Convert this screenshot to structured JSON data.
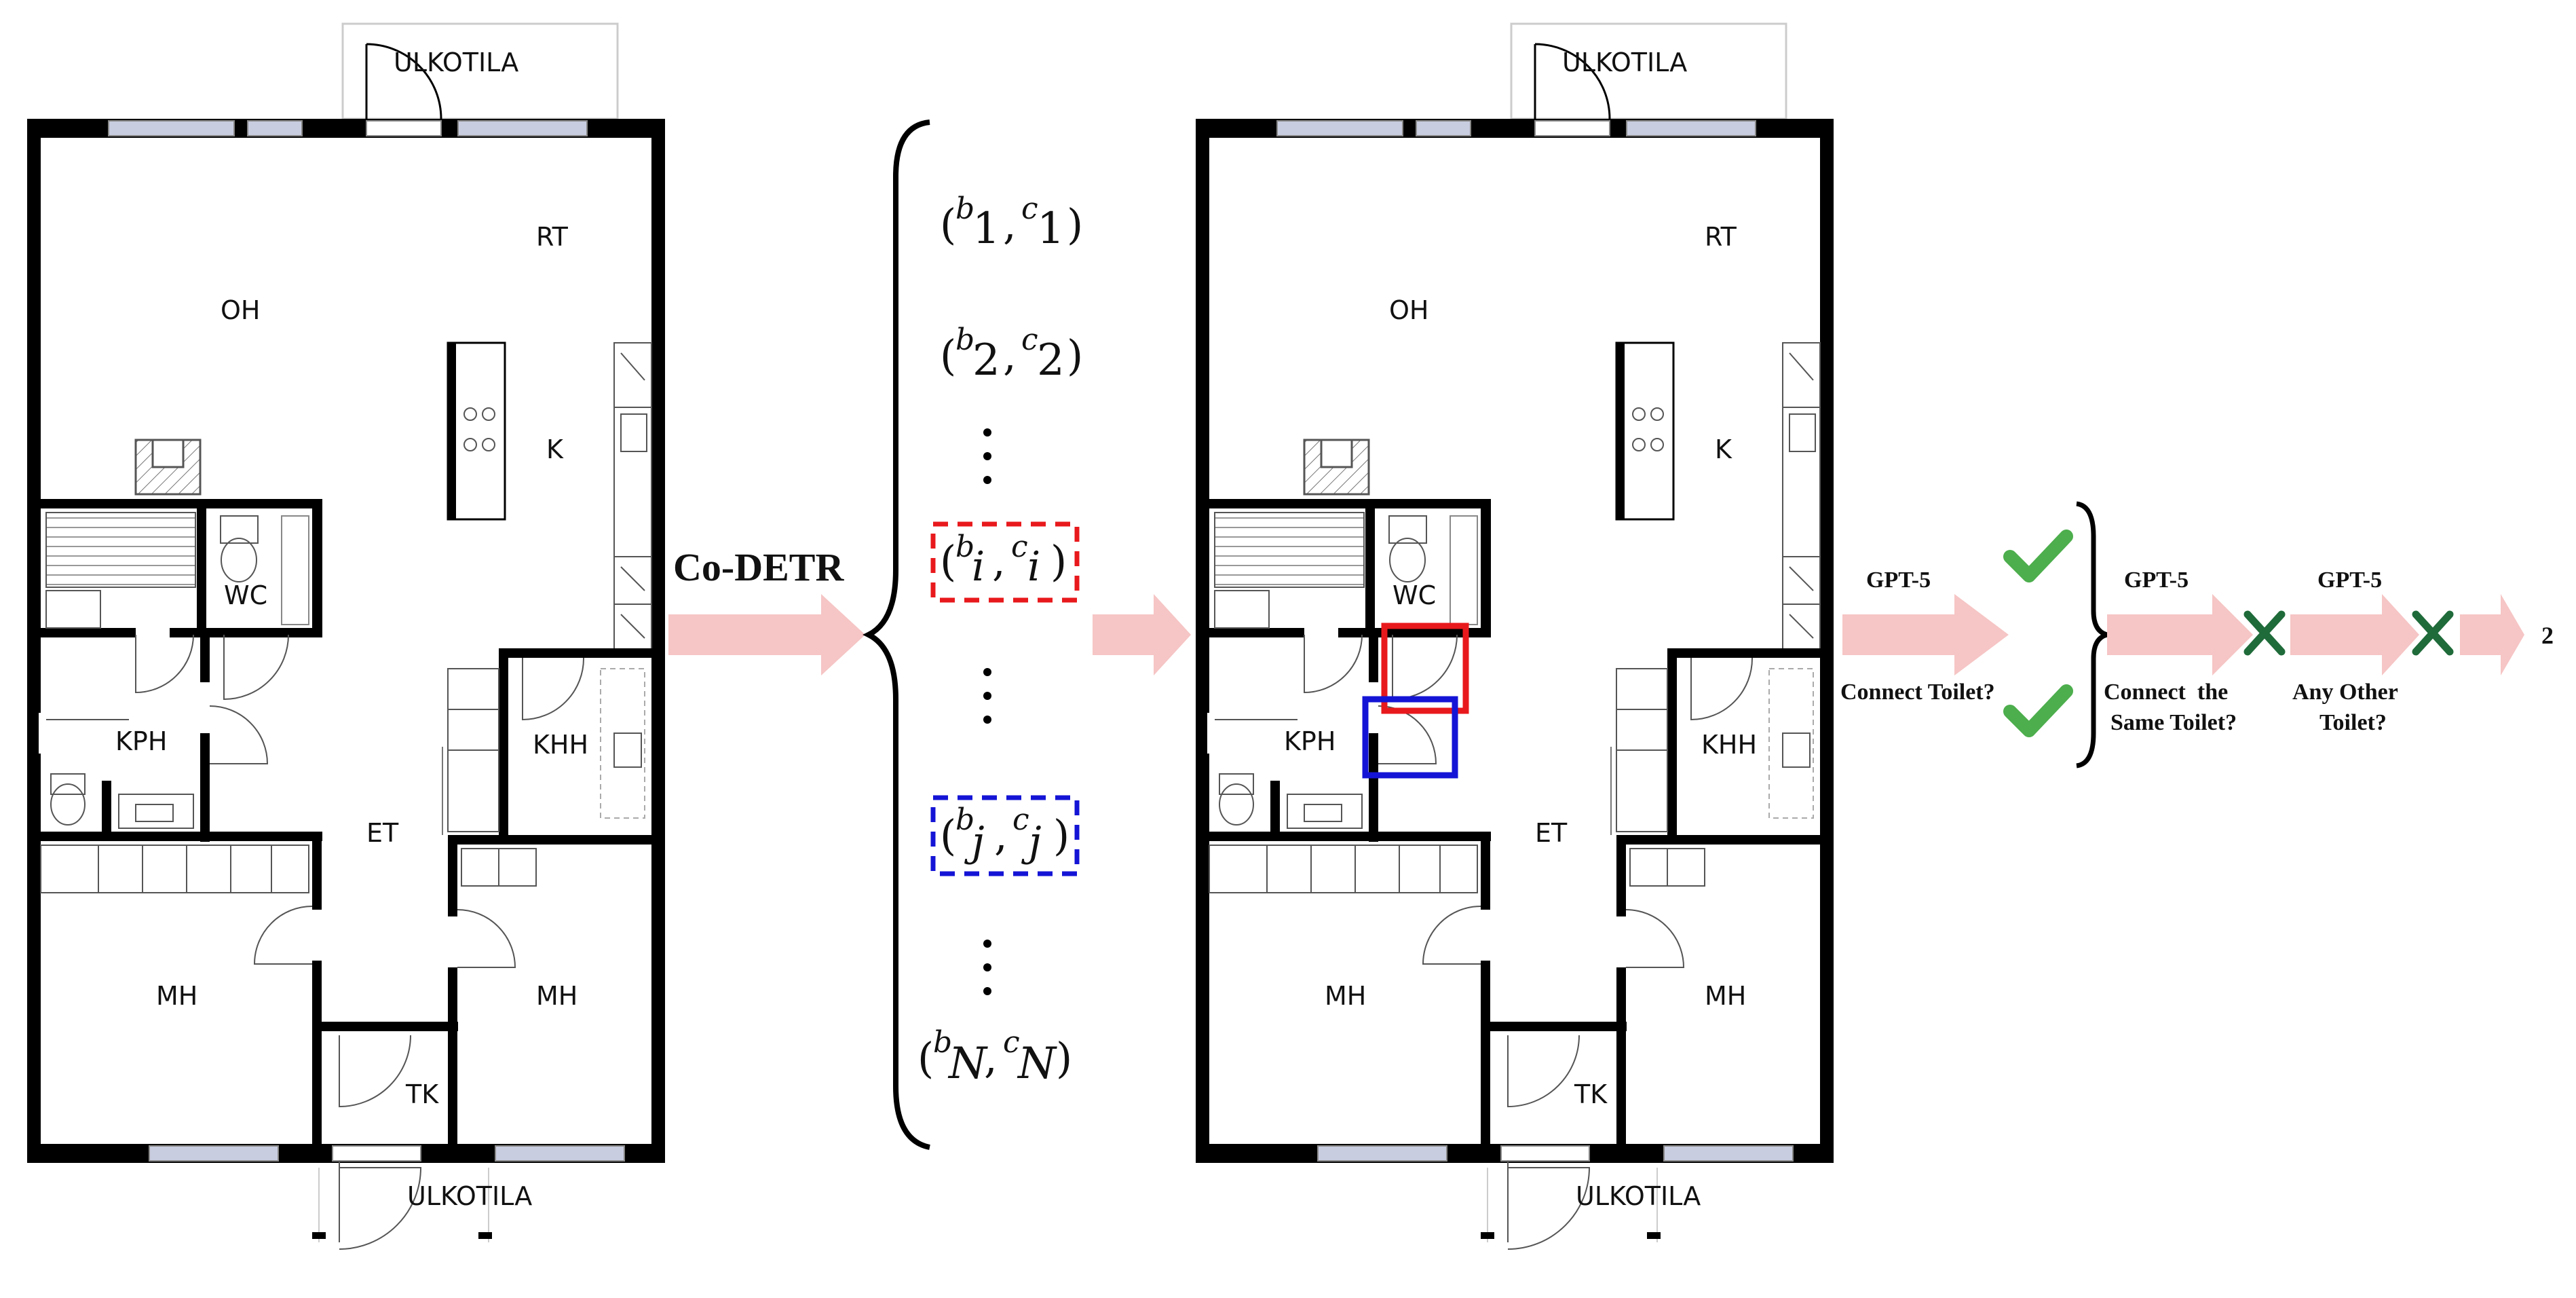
{
  "colors": {
    "wall": "#000000",
    "window": "#c9cde0",
    "arrow": "#f6c5c5",
    "red_box": "#e8191c",
    "blue_box": "#1414d6",
    "check": "#4cae4c",
    "cross": "#1f6b3a"
  },
  "floorplan": {
    "rooms": {
      "outdoor_top": "ULKOTILA",
      "outdoor_bottom": "ULKOTILA",
      "rt": "RT",
      "oh": "OH",
      "k": "K",
      "wc": "WC",
      "kph": "KPH",
      "khh": "KHH",
      "et": "ET",
      "mh_left": "MH",
      "mh_right": "MH",
      "tk": "TK"
    }
  },
  "detector": {
    "label": "Co-DETR"
  },
  "detections": {
    "item1": {
      "open": "(",
      "b": "b",
      "bsub": "1",
      "comma": ",",
      "c": "c",
      "csub": "1",
      "close": ")"
    },
    "item2": {
      "open": "(",
      "b": "b",
      "bsub": "2",
      "comma": ",",
      "c": "c",
      "csub": "2",
      "close": ")"
    },
    "item_i": {
      "open": "(",
      "b": "b",
      "bsub": "i",
      "comma": ",",
      "c": "c",
      "csub": "i",
      "close": ")"
    },
    "item_j": {
      "open": "(",
      "b": "b",
      "bsub": "j",
      "comma": ",",
      "c": "c",
      "csub": "j",
      "close": ")"
    },
    "itemN": {
      "open": "(",
      "b": "b",
      "bsub": "N",
      "comma": ",",
      "c": "c",
      "csub": "N",
      "close": ")"
    }
  },
  "steps": {
    "step1": {
      "model": "GPT-5",
      "question": "Connect Toilet?"
    },
    "step2": {
      "model": "GPT-5",
      "question_line1": "Connect  the",
      "question_line2": "Same Toilet?"
    },
    "step3": {
      "model": "GPT-5",
      "question_line1": "Any Other",
      "question_line2": "Toilet?"
    },
    "result": "2"
  }
}
